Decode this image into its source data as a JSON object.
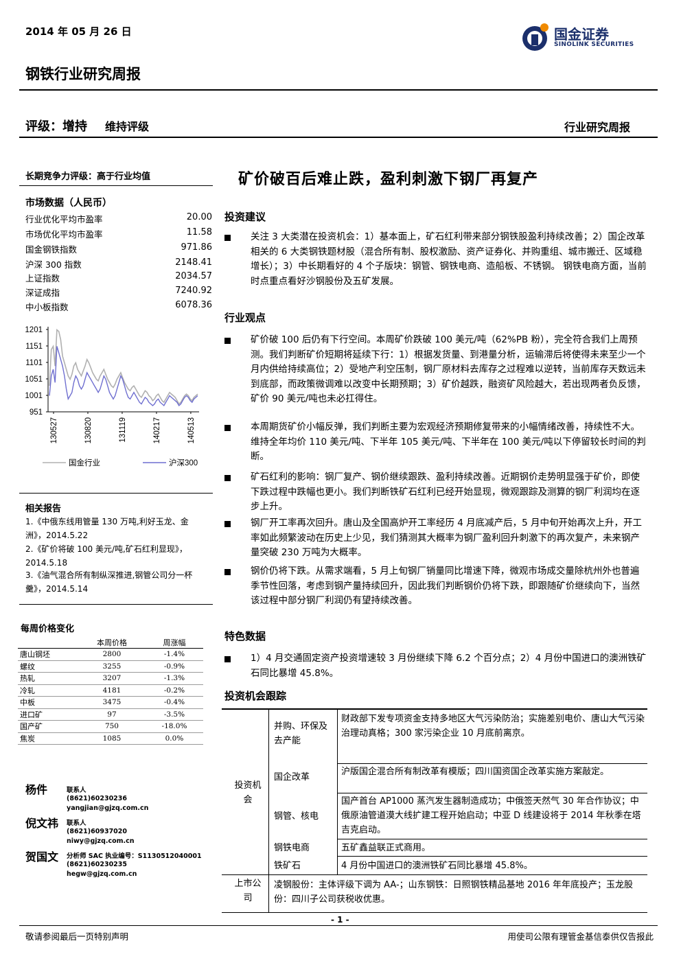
{
  "header": {
    "date": "2014 年 05 月 26 日",
    "report_title": "钢铁行业研究周报",
    "rating_label": "评级：增持",
    "rating_sub": "维持评级",
    "report_type": "行业研究周报",
    "logo_cn": "国金证券",
    "logo_en": "SINOLINK SECURITIES"
  },
  "left": {
    "competitiveness": "长期竞争力评级：高于行业均值",
    "market_title": "市场数据（人民币）",
    "market": [
      {
        "k": "行业优化平均市盈率",
        "v": "20.00"
      },
      {
        "k": "市场优化平均市盈率",
        "v": "11.58"
      },
      {
        "k": "国金钢铁指数",
        "v": "971.86"
      },
      {
        "k": "沪深 300 指数",
        "v": "2148.41"
      },
      {
        "k": "上证指数",
        "v": "2034.57"
      },
      {
        "k": "深证成指",
        "v": "7240.92"
      },
      {
        "k": "中小板指数",
        "v": "6078.36"
      }
    ],
    "related_title": "相关报告",
    "related": [
      "1.《中俄东线用管量 130 万吨,利好玉龙、金洲》，2014.5.22",
      "2.《矿价将破 100 美元/吨,矿石红利显现》，2014.5.18",
      "3.《油气混合所有制纵深推进,钢管公司分一杯羹》，2014.5.14"
    ],
    "price_title": "每周价格变化",
    "price_header": [
      "",
      "本周价格",
      "周涨幅"
    ],
    "prices": [
      [
        "唐山钢坯",
        "2800",
        "-1.4%"
      ],
      [
        "螺纹",
        "3255",
        "-0.9%"
      ],
      [
        "热轧",
        "3207",
        "-1.3%"
      ],
      [
        "冷轧",
        "4181",
        "-0.2%"
      ],
      [
        "中板",
        "3475",
        "-0.4%"
      ],
      [
        "进口矿",
        "97",
        "-3.5%"
      ],
      [
        "国产矿",
        "750",
        "-18.0%"
      ],
      [
        "焦炭",
        "1085",
        "0.0%"
      ]
    ],
    "analysts": [
      {
        "name": "杨件",
        "lines": [
          "联系人",
          "(8621)60230236",
          "yangjian@gjzq.com.cn"
        ]
      },
      {
        "name": "倪文祎",
        "lines": [
          "联系人",
          "(8621)60937020",
          "niwy@gjzq.com.cn"
        ]
      },
      {
        "name": "贺国文",
        "lines": [
          "分析师 SAC 执业编号：S1130512040001",
          "(8621)60230235",
          "hegw@gjzq.com.cn"
        ]
      }
    ]
  },
  "chart_data": {
    "type": "line",
    "title": "",
    "x": [
      "130527",
      "130820",
      "131119",
      "140217",
      "140513"
    ],
    "y_ticks": [
      1201,
      1151,
      1101,
      1051,
      1001,
      951
    ],
    "ylim": [
      951,
      1201
    ],
    "legend_position": "bottom",
    "series": [
      {
        "name": "国金行业",
        "color": "#b0b0b0",
        "values": [
          1030,
          1140,
          1150,
          1090,
          1200,
          1195,
          1170,
          1120,
          1100,
          1080,
          1060,
          1050,
          1065,
          1090,
          1100,
          1080,
          1070,
          1060,
          1075,
          1090,
          1110,
          1100,
          1085,
          1070,
          1060,
          1050,
          1045,
          1060,
          1070,
          1080,
          1065,
          1050,
          1040,
          1030,
          1025,
          1035,
          1050,
          1060,
          1070,
          1055,
          1040,
          1030,
          1020,
          1015,
          1025,
          1030,
          1020,
          1010,
          1000,
          995,
          1005,
          1015,
          1010,
          1000,
          995,
          985,
          990,
          1000,
          1005,
          995,
          985,
          980,
          990,
          1000,
          1010,
          1005,
          1000,
          995,
          985,
          975,
          980,
          990,
          1000,
          1005,
          1000,
          990,
          985,
          995,
          1000,
          1005
        ]
      },
      {
        "name": "沪深300",
        "color": "#6f6fd0",
        "values": [
          1000,
          1060,
          1080,
          1040,
          1150,
          1130,
          1110,
          1090,
          1060,
          1020,
          990,
          1000,
          1010,
          1040,
          1060,
          1050,
          1030,
          1020,
          1030,
          1050,
          1070,
          1060,
          1050,
          1040,
          1030,
          1020,
          1010,
          1020,
          1040,
          1060,
          1050,
          1030,
          1010,
          1000,
          990,
          1000,
          1020,
          1040,
          1060,
          1050,
          1030,
          1010,
          995,
          990,
          1000,
          1010,
          1000,
          990,
          980,
          975,
          985,
          995,
          990,
          980,
          975,
          970,
          975,
          985,
          990,
          980,
          975,
          970,
          980,
          990,
          1000,
          995,
          990,
          985,
          980,
          970,
          975,
          985,
          995,
          1000,
          995,
          985,
          980,
          990,
          995,
          1000
        ]
      }
    ]
  },
  "right": {
    "main_title": "矿价破百后难止跌，盈利刺激下钢厂再复产",
    "sec_invest": "投资建议",
    "invest_text": "关注 3 大类潜在投资机会：1）基本面上，矿石红利带来部分钢铁股盈利持续改善；2）国企改革相关的 6 大类钢铁题材股（混合所有制、股权激励、资产证券化、并购重组、城市搬迁、区域稳增长）；3）中长期看好的 4 个子版块：钢管、钢铁电商、造船板、不锈钢。 钢铁电商方面，当前时点重点看好沙钢股份及五矿发展。",
    "sec_view": "行业观点",
    "views": [
      "矿价破 100 后仍有下行空间。本周矿价跌破 100 美元/吨（62%PB 粉），完全符合我们上周预测。我们判断矿价短期将延续下行：1）根据发货量、到港量分析，运输滞后将使得未来至少一个月内供给持续高位；2）受地产利空压制，钢厂原材料去库存之过程难以逆转，当前库存天数远未到底部，而政策微调难以改变中长期预期；3）矿价越跌，融资矿风险越大，若出现两者负反馈，矿价 90 美元/吨也未必扛得住。",
      "本周期货矿价小幅反弹，我们判断主要为宏观经济预期修复带来的小幅情绪改善，持续性不大。维持全年均价 110 美元/吨、下半年 105 美元/吨、下半年在 100 美元/吨以下停留较长时间的判断。",
      "矿石红利的影响：钢厂复产、钢价继续跟跌、盈利持续改善。近期钢价走势明显强于矿价，即使下跌过程中跌幅也更小。我们判断铁矿石红利已经开始显现，微观跟踪及测算的钢厂利润均在逐步上升。",
      "钢厂开工率再次回升。唐山及全国高炉开工率经历 4 月底减产后，5 月中旬开始再次上升，开工率如此频繁波动在历史上少见，我们猜测其大概率为钢厂盈利回升刺激下的再次复产，未来钢产量突破 230 万吨为大概率。",
      "钢价仍将下跌。从需求端看，5 月上旬钢厂销量同比增速下降，微观市场成交量除杭州外也普遍季节性回落，考虑到钢产量持续回升，因此我们判断钢价仍将下跌，即跟随矿价继续向下，当然该过程中部分钢厂利润仍有望持续改善。"
    ],
    "sec_data": "特色数据",
    "data_text": "1）4 月交通固定资产投资增速较 3 月份继续下降 6.2 个百分点；2）4 月份中国进口的澳洲铁矿石同比暴增 45.8%。",
    "sec_track": "投资机会跟踪",
    "track": {
      "group1": "投资机会",
      "group2": "上市公司",
      "rows": [
        {
          "cat": "并购、环保及去产能",
          "text": "财政部下发专项资金支持多地区大气污染防治；实施差别电价、唐山大气污染治理动真格；300 家污染企业 10 月底前离京。"
        },
        {
          "cat": "国企改革",
          "text": "沪版国企混合所有制改革有模版；四川国资国企改革实施方案敲定。"
        },
        {
          "cat": "钢管、核电",
          "text": "国产首台 AP1000 蒸汽发生器制造成功；中俄签天然气 30 年合作协议；中俄原油管道漠大线扩建工程开始启动；中亚 D 线建设将于 2014 年秋季在塔吉克启动。"
        },
        {
          "cat": "钢铁电商",
          "text": "五矿鑫益联正式商用。"
        },
        {
          "cat": "铁矿石",
          "text": "4 月份中国进口的澳洲铁矿石同比暴增 45.8%。"
        }
      ],
      "company_text": "凌钢股份：主体评级下调为 AA-；山东钢铁：日照钢铁精品基地 2016 年年底投产；玉龙股份：四川子公司获税收优惠。"
    }
  },
  "footer": {
    "page": "- 1 -",
    "left": "敬请参阅最后一页特别声明",
    "right": "用使司公限有理管金基信泰供仅告报此"
  }
}
